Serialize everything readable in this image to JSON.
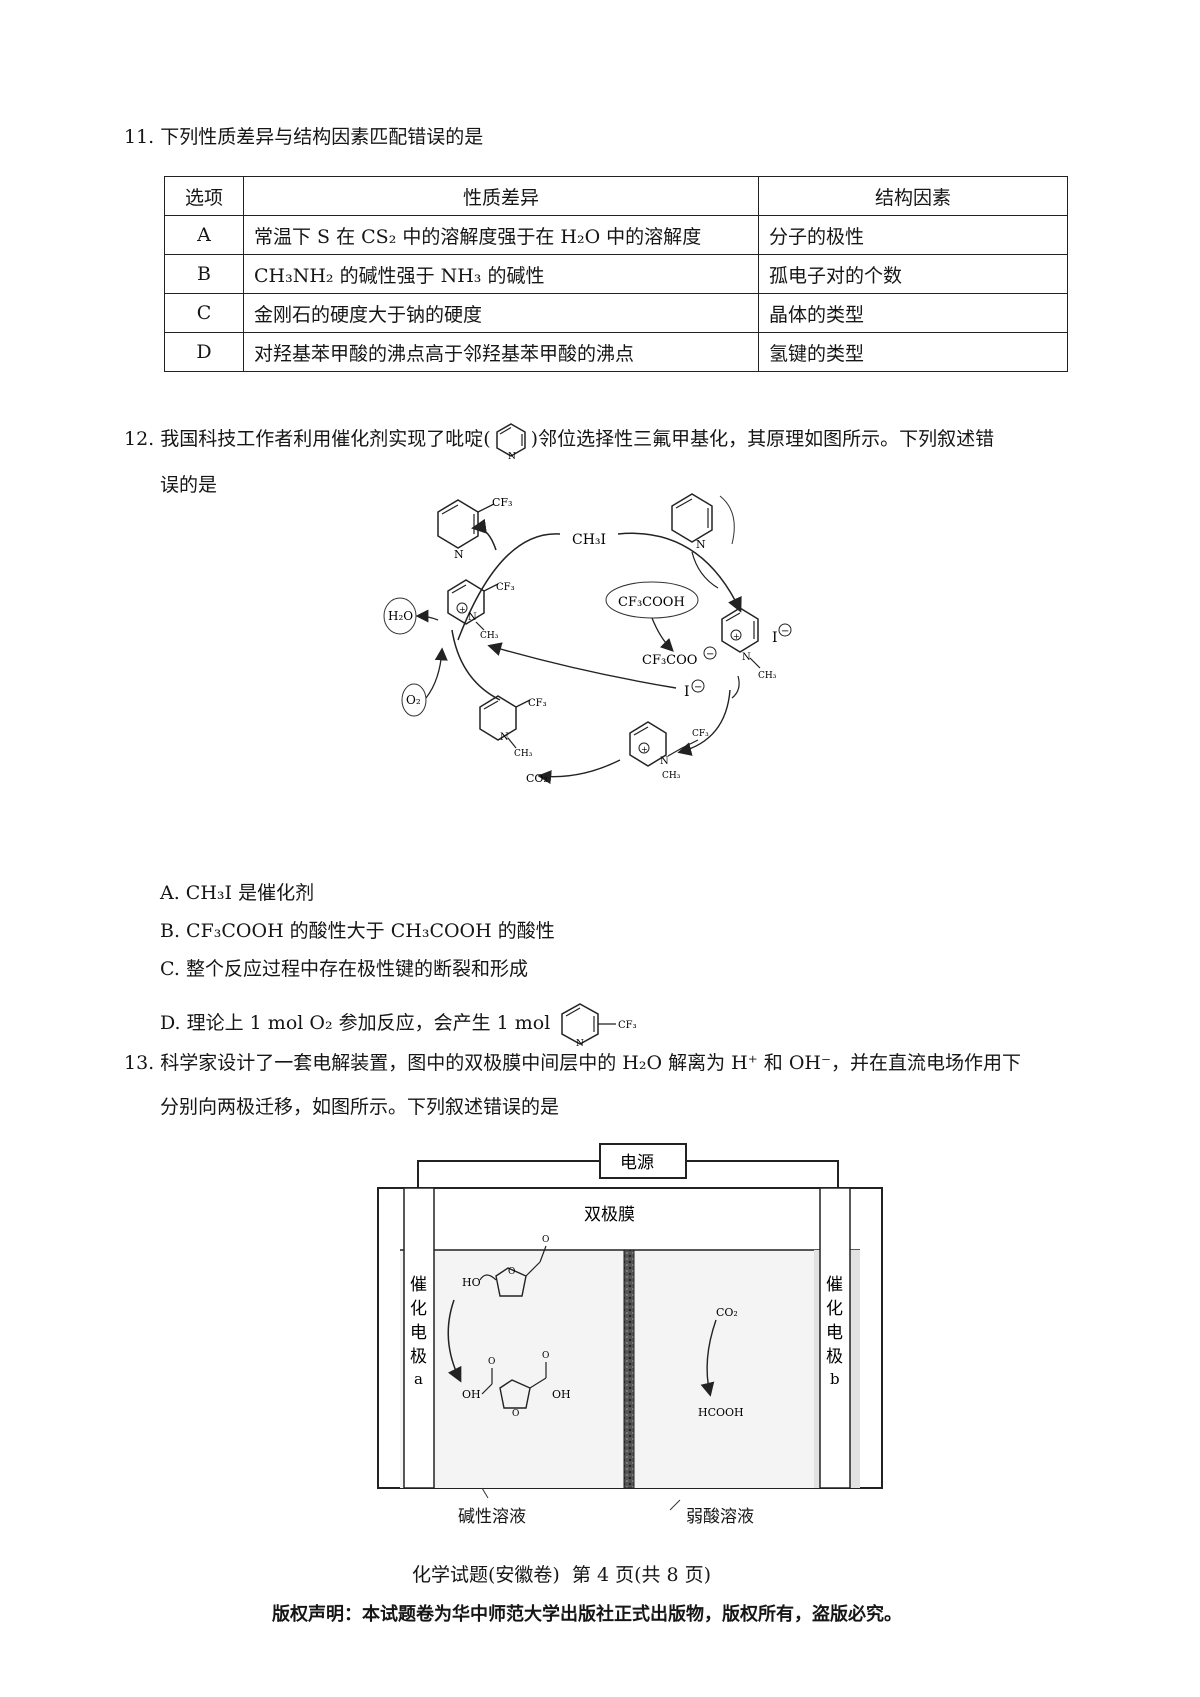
{
  "q11": {
    "stem": "11. 下列性质差异与结构因素匹配错误的是",
    "headers": [
      "选项",
      "性质差异",
      "结构因素"
    ],
    "rows": [
      {
        "opt": "A",
        "diff": "常温下 S 在 CS₂ 中的溶解度强于在 H₂O 中的溶解度",
        "factor": "分子的极性"
      },
      {
        "opt": "B",
        "diff": "CH₃NH₂ 的碱性强于 NH₃ 的碱性",
        "factor": "孤电子对的个数"
      },
      {
        "opt": "C",
        "diff": "金刚石的硬度大于钠的硬度",
        "factor": "晶体的类型"
      },
      {
        "opt": "D",
        "diff": "对羟基苯甲酸的沸点高于邻羟基苯甲酸的沸点",
        "factor": "氢键的类型"
      }
    ]
  },
  "q12": {
    "stem_a": "12. 我国科技工作者利用催化剂实现了吡啶(",
    "stem_b": ")邻位选择性三氟甲基化，其原理如图所示。下列叙述错",
    "stem_c": "误的是",
    "labels": {
      "ch3i": "CH₃I",
      "cf3cooh": "CF₃COOH",
      "cf3coo": "CF₃COO",
      "h2o": "H₂O",
      "o2": "O₂",
      "co2": "CO₂",
      "iminus": "I",
      "cf3": "CF₃",
      "ch3": "CH₃",
      "n": "N"
    },
    "choices": {
      "a": "A. CH₃I 是催化剂",
      "b": "B. CF₃COOH 的酸性大于 CH₃COOH 的酸性",
      "c": "C. 整个反应过程中存在极性键的断裂和形成",
      "d": "D. 理论上 1 mol O₂ 参加反应，会产生 1 mol"
    }
  },
  "q13": {
    "stem_a": "13. 科学家设计了一套电解装置，图中的双极膜中间层中的 H₂O 解离为 H⁺ 和 OH⁻，并在直流电场作用下",
    "stem_b": "分别向两极迁移，如图所示。下列叙述错误的是",
    "power": "电源",
    "membrane": "双极膜",
    "electrode_a": [
      "催",
      "化",
      "电",
      "极",
      "a"
    ],
    "electrode_b": [
      "催",
      "化",
      "电",
      "极",
      "b"
    ],
    "left_solution": "碱性溶液",
    "right_solution": "弱酸溶液",
    "ho": "HO",
    "oh": "OH",
    "co2": "CO₂",
    "hcooh": "HCOOH"
  },
  "footer": {
    "page": "化学试题(安徽卷)  第 4 页(共 8 页)",
    "copyright": "版权声明：本试题卷为华中师范大学出版社正式出版物，版权所有，盗版必究。"
  }
}
